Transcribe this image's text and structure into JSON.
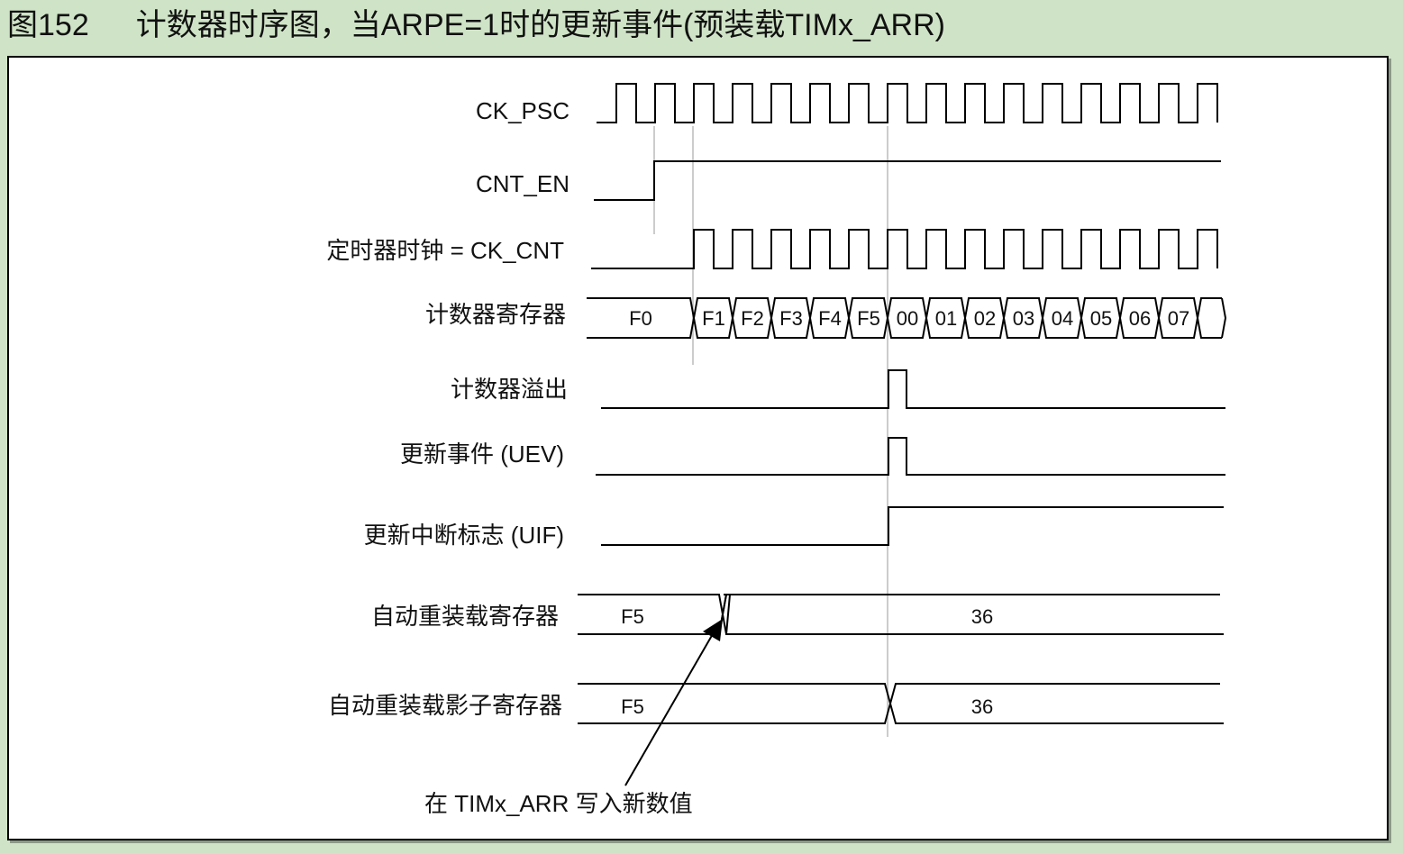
{
  "caption": {
    "figure_number": "图152",
    "title": "计数器时序图，当ARPE=1时的更新事件(预装载TIMx_ARR)"
  },
  "signals": {
    "ck_psc": "CK_PSC",
    "cnt_en": "CNT_EN",
    "timer_clock": "定时器时钟 = CK_CNT",
    "counter_register": "计数器寄存器",
    "counter_overflow": "计数器溢出",
    "update_event": "更新事件 (UEV)",
    "update_interrupt_flag": "更新中断标志 (UIF)",
    "auto_reload_register": "自动重装载寄存器",
    "auto_reload_shadow_register": "自动重装载影子寄存器"
  },
  "counter_values": [
    "F0",
    "F1",
    "F2",
    "F3",
    "F4",
    "F5",
    "00",
    "01",
    "02",
    "03",
    "04",
    "05",
    "06",
    "07"
  ],
  "auto_reload_values": [
    "F5",
    "36"
  ],
  "shadow_values": [
    "F5",
    "36"
  ],
  "annotation": "在 TIMx_ARR 写入新数值"
}
